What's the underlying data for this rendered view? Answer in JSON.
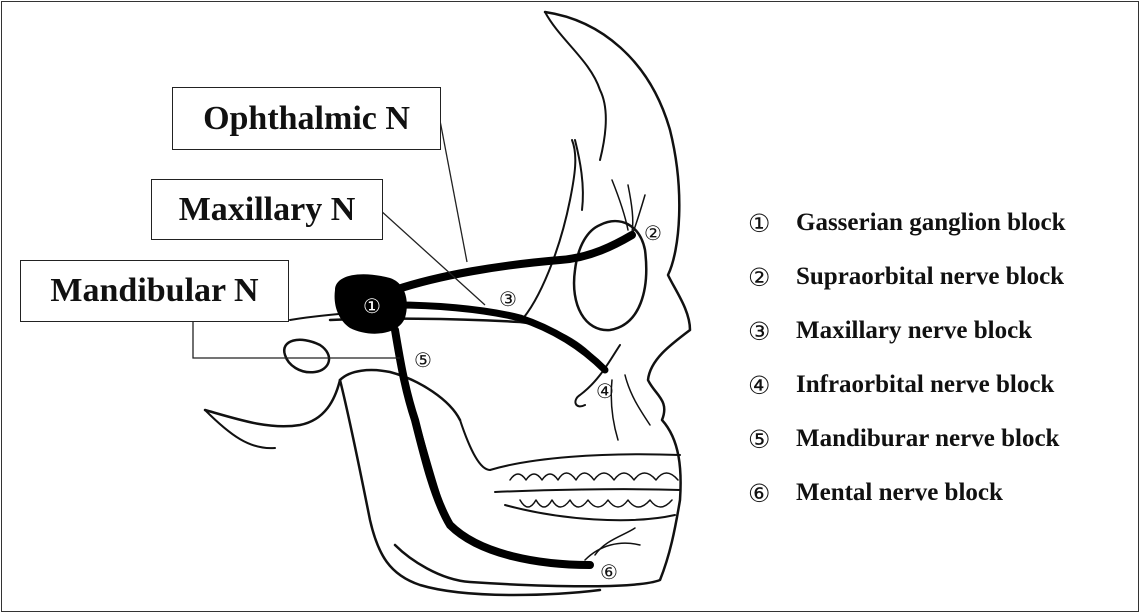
{
  "nerve_labels": {
    "ophthalmic": "Ophthalmic N",
    "maxillary": "Maxillary N",
    "mandibular": "Mandibular N"
  },
  "markers": [
    "①",
    "②",
    "③",
    "④",
    "⑤",
    "⑥"
  ],
  "legend": [
    {
      "num": "①",
      "text": "Gasserian ganglion block"
    },
    {
      "num": "②",
      "text": "Supraorbital nerve block"
    },
    {
      "num": "③",
      "text": "Maxillary nerve block"
    },
    {
      "num": "④",
      "text": "Infraorbital nerve block"
    },
    {
      "num": "⑤",
      "text": "Mandiburar nerve block"
    },
    {
      "num": "⑥",
      "text": "Mental nerve block"
    }
  ]
}
